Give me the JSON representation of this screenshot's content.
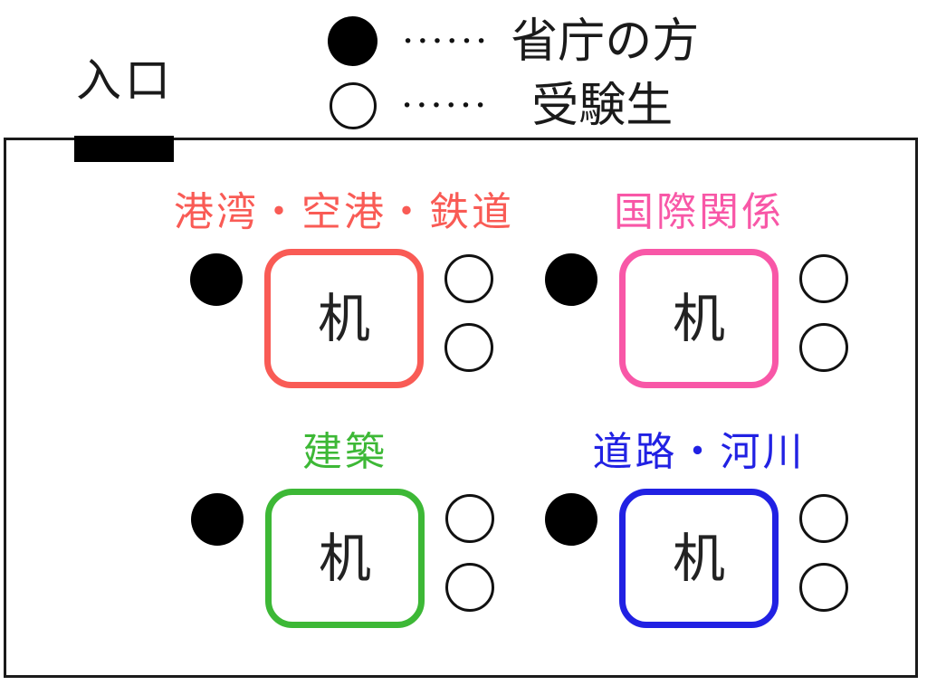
{
  "legend": {
    "items": [
      {
        "symbol": "filled-circle",
        "dots": "••••••",
        "label": "省庁の方"
      },
      {
        "symbol": "open-circle",
        "dots": "••••••",
        "label": "受験生"
      }
    ]
  },
  "entrance": {
    "label": "入口"
  },
  "room": {
    "desks": [
      {
        "category": "港湾・空港・鉄道",
        "desk_text": "机",
        "color": "#F95B55",
        "ministry_seats": 1,
        "examinee_seats": 2
      },
      {
        "category": "国際関係",
        "desk_text": "机",
        "color": "#F857A7",
        "ministry_seats": 1,
        "examinee_seats": 2
      },
      {
        "category": "建築",
        "desk_text": "机",
        "color": "#3DB836",
        "ministry_seats": 1,
        "examinee_seats": 2
      },
      {
        "category": "道路・河川",
        "desk_text": "机",
        "color": "#2121E3",
        "ministry_seats": 1,
        "examinee_seats": 2
      }
    ]
  }
}
